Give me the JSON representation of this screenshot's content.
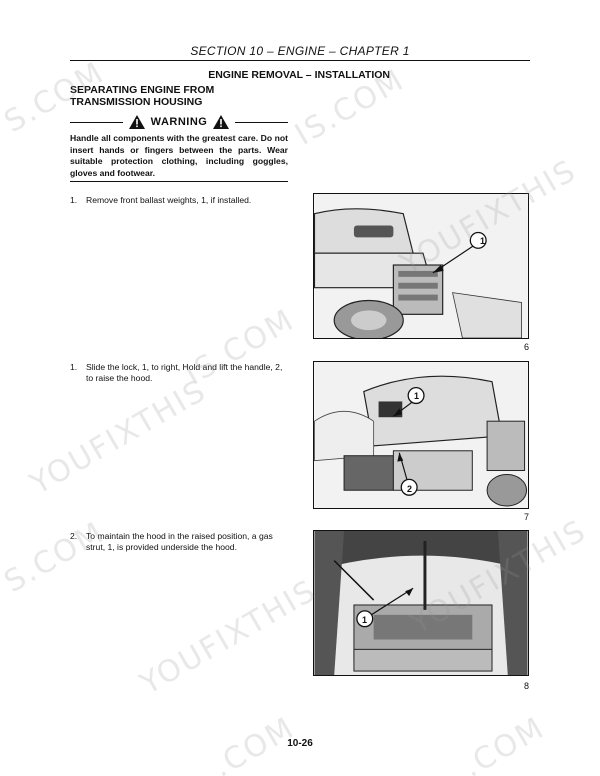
{
  "header": {
    "section": "SECTION 10 – ENGINE – CHAPTER 1"
  },
  "main_title": "ENGINE REMOVAL – INSTALLATION",
  "subtitle": "SEPARATING ENGINE FROM TRANSMISSION HOUSING",
  "warning": {
    "label": "WARNING",
    "text": "Handle all components with the greatest care. Do not insert hands or fingers between the parts. Wear suitable protection clothing, including goggles, gloves and footwear."
  },
  "steps": [
    {
      "num": "1.",
      "text": "Remove front ballast weights, 1, if installed."
    },
    {
      "num": "1.",
      "text": "Slide the lock, 1, to right, Hold and lift the handle, 2, to raise the hood."
    },
    {
      "num": "2.",
      "text": "To maintain the hood in the raised position, a gas strut, 1, is provided underside the hood."
    }
  ],
  "figures": [
    {
      "number": "6",
      "callouts": [
        "1"
      ]
    },
    {
      "number": "7",
      "callouts": [
        "1",
        "2"
      ]
    },
    {
      "number": "8",
      "callouts": [
        "1"
      ]
    }
  ],
  "page_number": "10-26",
  "watermark": {
    "text_a": "YOUFIXTHIS",
    "text_b": "S.COM",
    "text_c": "IS.COM",
    "text_d": ".COM"
  }
}
